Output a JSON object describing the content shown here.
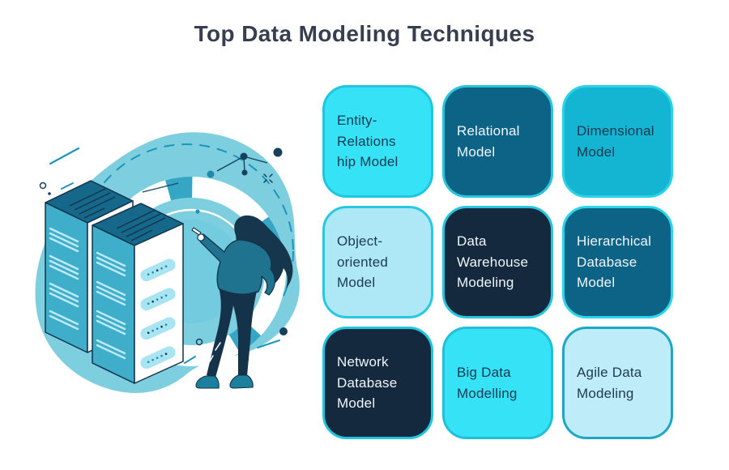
{
  "title": "Top Data Modeling Techniques",
  "palette": {
    "bright_cyan": "#35E2F6",
    "medium_cyan": "#14B5D2",
    "light_blue": "#AEE8F7",
    "pale_blue": "#BFECF9",
    "deep_teal": "#0D6386",
    "dark_navy": "#15293E",
    "border_cyan": "#29C5DC",
    "title_color": "#373F4F",
    "dark_text": "#1D3A52",
    "light_text": "#F0F6F9",
    "blob_teal": "#7DCFE0"
  },
  "illustration": {
    "elements": [
      "server-towers",
      "woman-pointing",
      "gauge-ring",
      "network-nodes",
      "dashed-orbit"
    ]
  },
  "cards": [
    {
      "label": "Entity-Relationship Model",
      "display_text": "Entity-\nRelations\nhip Model",
      "bg": "#35E2F6",
      "border": "#1FC6DE",
      "text": "#1D3A52"
    },
    {
      "label": "Relational Model",
      "display_text": "Relational\nModel",
      "bg": "#0D6386",
      "border": "#29C5DC",
      "text": "#F0F6F9"
    },
    {
      "label": "Dimensional Model",
      "display_text": "Dimensional\nModel",
      "bg": "#14B5D2",
      "border": "#29D2E6",
      "text": "#17384E"
    },
    {
      "label": "Object-oriented Model",
      "display_text": "Object-\noriented\nModel",
      "bg": "#AEE8F7",
      "border": "#27C9E1",
      "text": "#1D3A52"
    },
    {
      "label": "Data Warehouse Modeling",
      "display_text": "Data\nWarehouse\nModeling",
      "bg": "#15293E",
      "border": "#29C5DC",
      "text": "#F0F6F9"
    },
    {
      "label": "Hierarchical Database Model",
      "display_text": "Hierarchical\nDatabase\nModel",
      "bg": "#0D6386",
      "border": "#2BD6EA",
      "text": "#F0F6F9"
    },
    {
      "label": "Network Database Model",
      "display_text": "Network\nDatabase\nModel",
      "bg": "#15293E",
      "border": "#1FC6DE",
      "text": "#F0F6F9"
    },
    {
      "label": "Big Data Modelling",
      "display_text": "Big Data\nModelling",
      "bg": "#35E2F6",
      "border": "#1FC0D8",
      "text": "#1D3A52"
    },
    {
      "label": "Agile Data Modeling",
      "display_text": "Agile Data\nModeling",
      "bg": "#BFECF9",
      "border": "#1CA8C4",
      "text": "#1D3A52"
    }
  ]
}
